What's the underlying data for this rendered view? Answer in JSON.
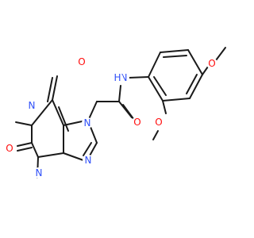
{
  "molecule": {
    "atoms": [
      {
        "symbol": "O",
        "color": "#ff0d0d"
      },
      {
        "symbol": "O",
        "color": "#ff0d0d"
      },
      {
        "symbol": "O",
        "color": "#ff0d0d"
      },
      {
        "symbol": "O",
        "color": "#ff0d0d"
      },
      {
        "symbol": "O",
        "color": "#ff0d0d"
      },
      {
        "symbol": "N",
        "color": "#3050f8"
      },
      {
        "symbol": "N",
        "color": "#3050f8"
      },
      {
        "symbol": "N",
        "color": "#3050f8"
      },
      {
        "symbol": "N",
        "color": "#3050f8"
      },
      {
        "symbol": "N",
        "color": "#3050f8"
      },
      {
        "symbol": "H",
        "color": "#3050f8"
      }
    ],
    "bond_color": "#1a1a1a"
  }
}
